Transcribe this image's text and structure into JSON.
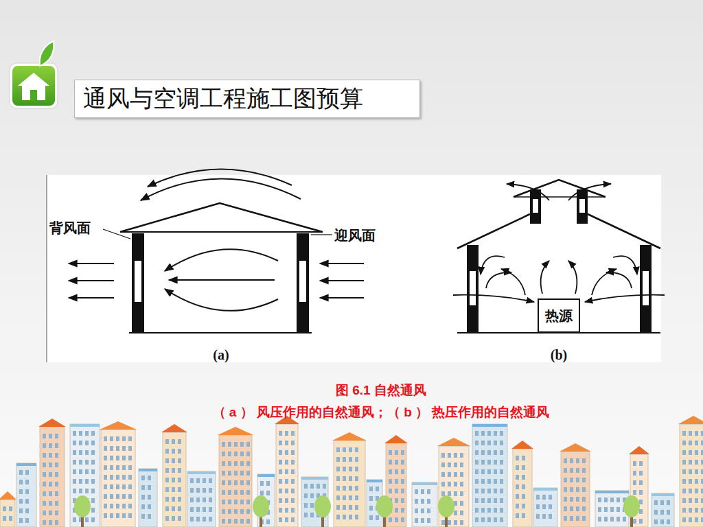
{
  "diagram": {
    "title": "通风与空调工程施工图预算",
    "caption": "图 6.1 自然通风",
    "nodes": [
      {
        "text": [
          "热源"
        ]
      }
    ],
    "labels": [
      "背风面",
      "迎风面",
      "(a)",
      "(b)",
      "（ a ）  风压作用的自然通风；（ b ）  热压作用的自然通风"
    ]
  }
}
